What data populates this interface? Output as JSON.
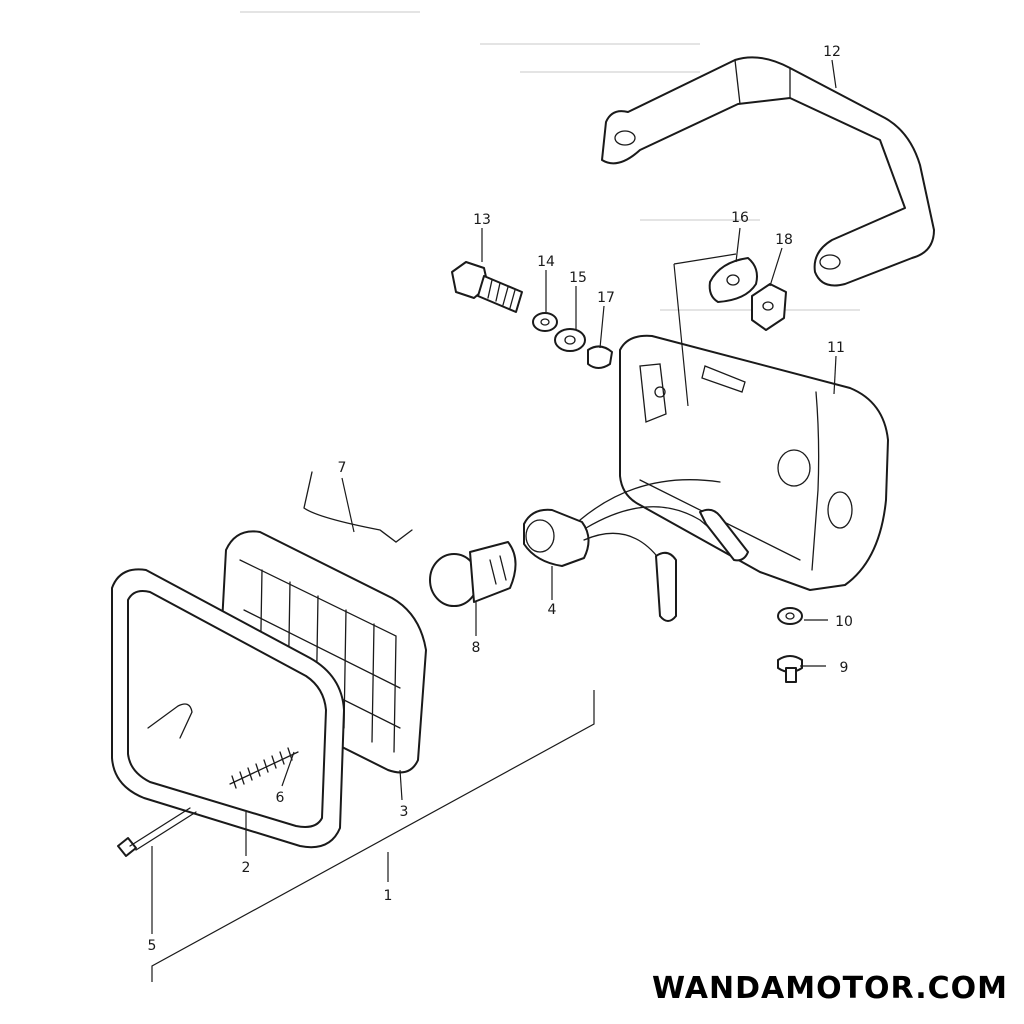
{
  "diagram": {
    "callouts": [
      {
        "id": "callout-1",
        "label": "1"
      },
      {
        "id": "callout-2",
        "label": "2"
      },
      {
        "id": "callout-3",
        "label": "3"
      },
      {
        "id": "callout-4",
        "label": "4"
      },
      {
        "id": "callout-5",
        "label": "5"
      },
      {
        "id": "callout-6",
        "label": "6"
      },
      {
        "id": "callout-7",
        "label": "7"
      },
      {
        "id": "callout-8",
        "label": "8"
      },
      {
        "id": "callout-9",
        "label": "9"
      },
      {
        "id": "callout-10",
        "label": "10"
      },
      {
        "id": "callout-11",
        "label": "11"
      },
      {
        "id": "callout-12",
        "label": "12"
      },
      {
        "id": "callout-13",
        "label": "13"
      },
      {
        "id": "callout-14",
        "label": "14"
      },
      {
        "id": "callout-15",
        "label": "15"
      },
      {
        "id": "callout-16",
        "label": "16"
      },
      {
        "id": "callout-17",
        "label": "17"
      },
      {
        "id": "callout-18",
        "label": "18"
      }
    ]
  },
  "watermark": {
    "text": "WANDAMOTOR.COM"
  },
  "colors": {
    "line": "#1a1a1a",
    "background": "#ffffff"
  }
}
